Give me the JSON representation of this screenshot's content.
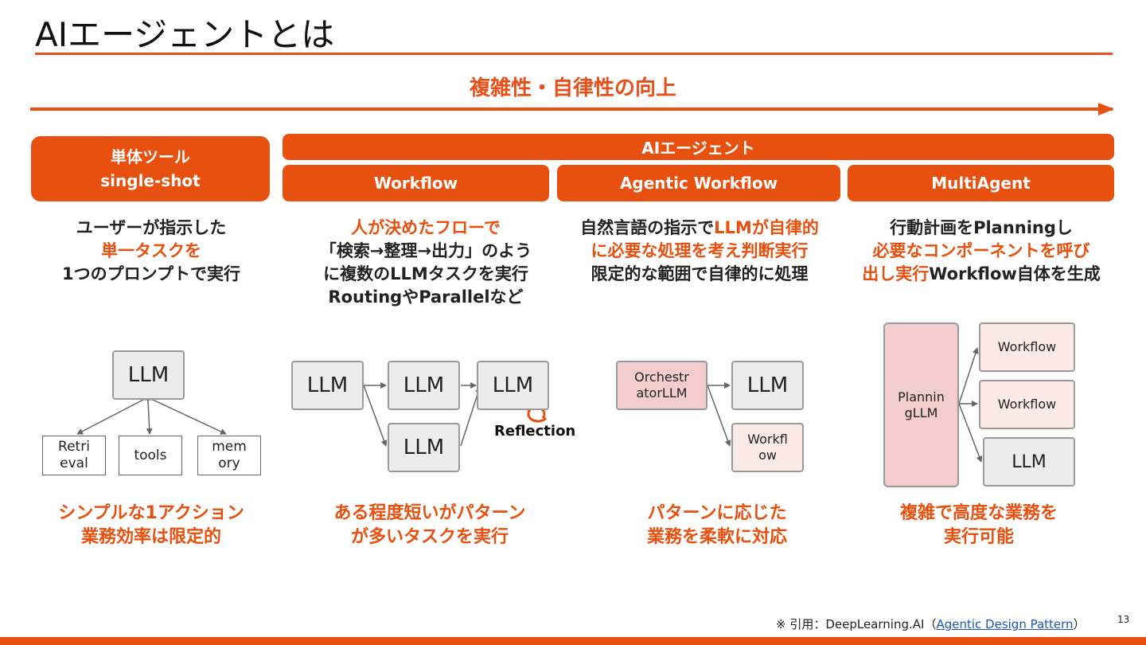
{
  "title": "AIエージェントとは",
  "progress_label": "複雑性・自律性の向上",
  "headers": {
    "single_tool_line1": "単体ツール",
    "single_tool_line2": "single-shot",
    "ai_agent": "AIエージェント",
    "workflow": "Workflow",
    "agentic_workflow": "Agentic Workflow",
    "multi_agent": "MultiAgent"
  },
  "descriptions": {
    "single": {
      "l1": "ユーザーが指示した",
      "l2": "単一タスクを",
      "l3": "1つのプロンプトで実行"
    },
    "workflow": {
      "l1": "人が決めたフローで",
      "l2": "「検索→整理→出力」のよう",
      "l3": "に複数のLLMタスクを実行",
      "l4": "RoutingやParallelなど"
    },
    "agentic": {
      "l1a": "自然言語の指示で",
      "l1b": "LLMが自律的",
      "l2": "に必要な処理を考え判断実行",
      "l3": "限定的な範囲で自律的に処理"
    },
    "multi": {
      "l1": "行動計画をPlanningし",
      "l2": "必要なコンポーネントを呼び",
      "l3a": "出し実行",
      "l3b": "Workflow自体を生成"
    }
  },
  "diagram_single": {
    "llm": "LLM",
    "retrieval_l1": "Retri",
    "retrieval_l2": "eval",
    "tools": "tools",
    "memory_l1": "mem",
    "memory_l2": "ory"
  },
  "diagram_workflow": {
    "llm1": "LLM",
    "llm2": "LLM",
    "llm3": "LLM",
    "llm4": "LLM",
    "reflection": "Reflection"
  },
  "diagram_agentic": {
    "orch_l1": "Orchestr",
    "orch_l2": "atorLLM",
    "llm": "LLM",
    "wf_l1": "Workfl",
    "wf_l2": "ow"
  },
  "diagram_multi": {
    "plan_l1": "Plannin",
    "plan_l2": "gLLM",
    "wf1": "Workflow",
    "wf2": "Workflow",
    "llm": "LLM"
  },
  "summaries": {
    "single": {
      "l1": "シンプルな1アクション",
      "l2": "業務効率は限定的"
    },
    "workflow": {
      "l1": "ある程度短いがパターン",
      "l2": "が多いタスクを実行"
    },
    "agentic": {
      "l1": "パターンに応じた",
      "l2": "業務を柔軟に対応"
    },
    "multi": {
      "l1": "複雑で高度な業務を",
      "l2": "実行可能"
    }
  },
  "footnote": {
    "prefix": "※ 引用：DeepLearning.AI（",
    "link": "Agentic Design Pattern",
    "suffix": "）"
  },
  "page_number": "13",
  "colors": {
    "accent": "#e8500f",
    "box_gray": "#ececec",
    "box_pink": "#f3cccc",
    "box_lightpink": "#fbeae6"
  }
}
